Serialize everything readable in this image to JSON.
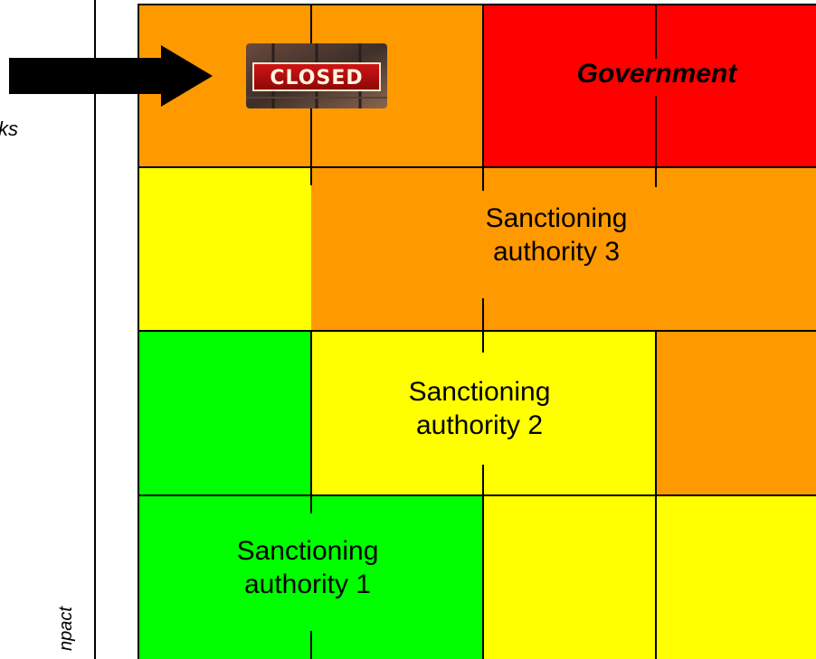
{
  "colors": {
    "red": "#ff0000",
    "orange": "#ff9900",
    "yellow": "#ffff00",
    "green": "#00ff00",
    "black": "#000000"
  },
  "left_partial_texts": {
    "top": "ks",
    "bottom": "npact"
  },
  "closed_sign": {
    "text": "CLOSED",
    "icon": "closed-sign-icon"
  },
  "arrow": {
    "icon": "arrow-right-icon"
  },
  "labels": {
    "government": "Government",
    "sa3_line1": "Sanctioning",
    "sa3_line2": "authority 3",
    "sa2_line1": "Sanctioning",
    "sa2_line2": "authority 2",
    "sa1_line1": "Sanctioning",
    "sa1_line2": "authority 1"
  }
}
